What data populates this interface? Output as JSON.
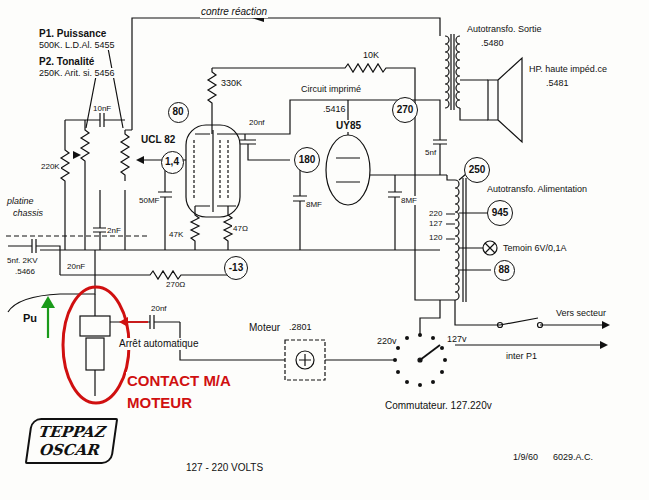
{
  "diagram": {
    "nodes": [
      {
        "text": [
          "270"
        ]
      },
      {
        "text": [
          "80"
        ]
      },
      {
        "text": [
          "180"
        ]
      },
      {
        "text": [
          "1,4"
        ]
      },
      {
        "text": [
          "250"
        ]
      },
      {
        "text": [
          "945"
        ]
      },
      {
        "text": [
          "-13"
        ]
      },
      {
        "text": [
          "88"
        ]
      },
      {
        "text": [
          "TEPPAZ",
          "OSCAR"
        ]
      }
    ],
    "labels": [
      "contre réaction",
      "P1. Puissance",
      "500K. L.D.Al. 5455",
      "P2. Tonalité",
      "250K. Arit. si. 5456",
      "220K",
      "10nF",
      "2nF",
      "platine",
      "chassis",
      "5nf. 2KV",
      ".5466",
      "20nF",
      "Pu",
      "20nf",
      "Arrêt automatique",
      "CONTACT M/A",
      "MOTEUR",
      "Moteur",
      ".2801",
      "330K",
      "UCL 82",
      "20nf",
      "50MF",
      "47K",
      "47Ω",
      "8MF",
      "270Ω",
      "10K",
      "Circuit imprimé",
      ".5416",
      "UY85",
      "8MF",
      "Autotransfo. Sortie",
      ".5480",
      "HP. haute impéd.ce",
      ".5481",
      "5nf",
      "Autotransfo. Alimentation",
      "220",
      "127",
      "120",
      "Temoin 6V/0,1A",
      "Vers secteur",
      "inter P1",
      "220v",
      "127v",
      "Commutateur. 127.220v",
      "127 - 220 VOLTS",
      "1/9/60",
      "6029.A.C."
    ]
  }
}
